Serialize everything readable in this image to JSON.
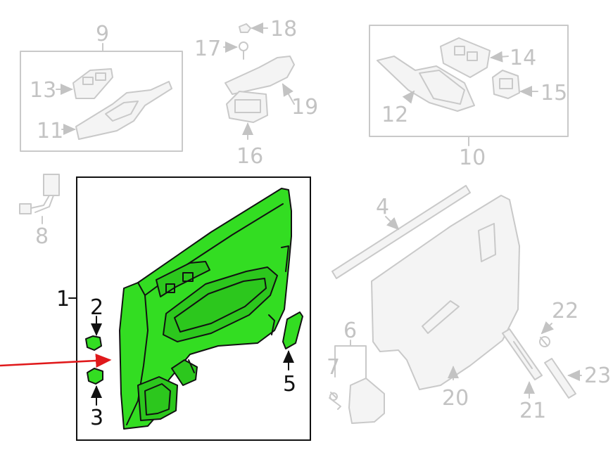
{
  "labels": {
    "l1": "1",
    "l2": "2",
    "l3": "3",
    "l4": "4",
    "l5": "5",
    "l6": "6",
    "l7": "7",
    "l8": "8",
    "l9": "9",
    "l10": "10",
    "l11": "11",
    "l12": "12",
    "l13": "13",
    "l14": "14",
    "l15": "15",
    "l16": "16",
    "l17": "17",
    "l18": "18",
    "l19": "19",
    "l20": "20",
    "l21": "21",
    "l22": "22",
    "l23": "23"
  },
  "colors": {
    "highlight": "#33dd22",
    "pointer_arrow": "#e0191b",
    "inactive_parts": "#c9c9c9"
  }
}
